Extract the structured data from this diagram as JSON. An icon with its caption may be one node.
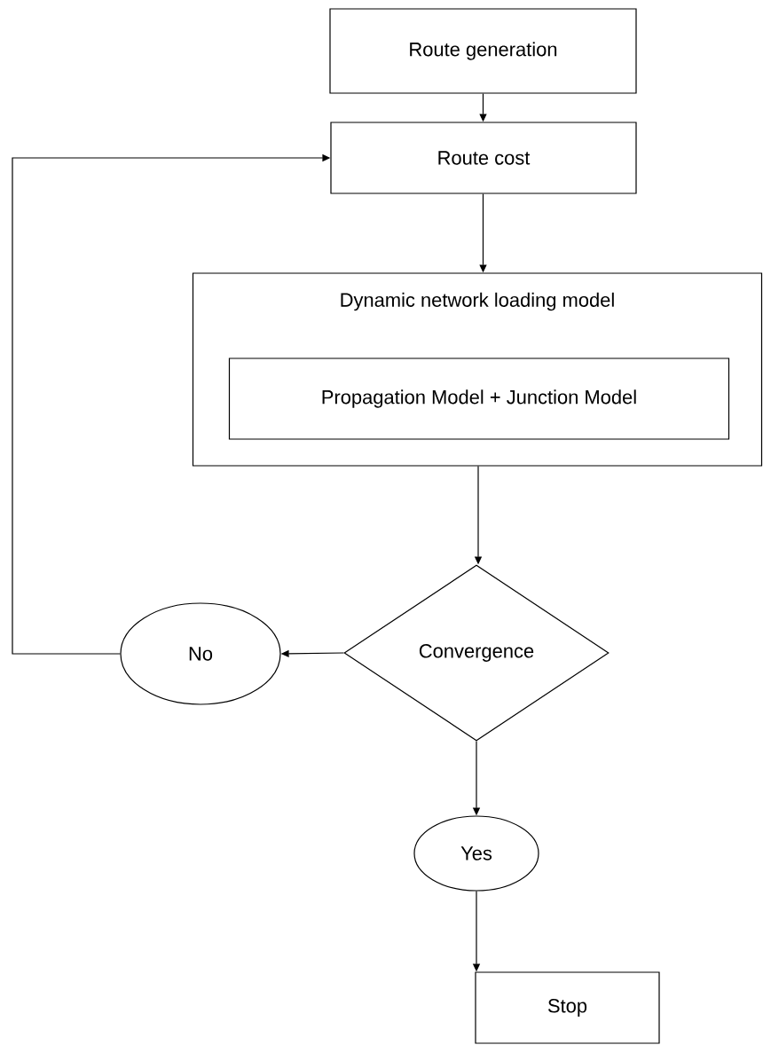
{
  "diagram": {
    "nodes": [
      {
        "text": [
          "Route generation"
        ]
      },
      {
        "text": [
          "Route cost"
        ]
      },
      {
        "text": [
          "Dynamic network loading model"
        ]
      },
      {
        "text": [
          "Propagation Model + Junction Model"
        ],
        "in": 2
      },
      {
        "text": [
          "Convergence"
        ]
      },
      {
        "text": [
          "No"
        ]
      },
      {
        "text": [
          "Yes"
        ]
      },
      {
        "text": [
          "Stop"
        ]
      }
    ],
    "edges": [
      {
        "from": 0,
        "to": 1,
        "arrow": "to"
      },
      {
        "from": 1,
        "to": 2,
        "arrow": "to"
      },
      {
        "from": 2,
        "to": 4,
        "arrow": "to"
      },
      {
        "from": 4,
        "to": 5,
        "arrow": "to"
      },
      {
        "from": 5,
        "to": 1,
        "arrow": "to"
      },
      {
        "from": 4,
        "to": 6,
        "arrow": "to"
      },
      {
        "from": 6,
        "to": 7,
        "arrow": "to"
      }
    ]
  }
}
